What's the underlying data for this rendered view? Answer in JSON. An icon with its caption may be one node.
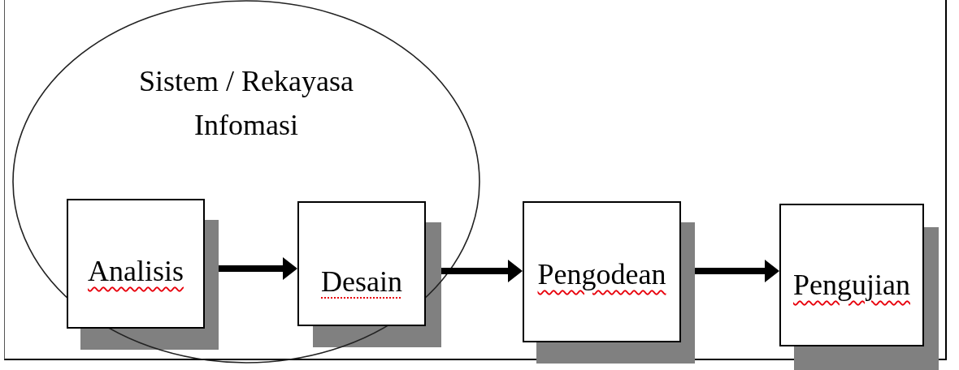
{
  "diagram": {
    "nodes": [
      {
        "text": [
          "Sistem / Rekayasa Infomasi"
        ]
      },
      {
        "text": [
          "Analisis"
        ],
        "in": 0
      },
      {
        "text": [
          "Desain"
        ],
        "in": 0
      },
      {
        "text": [
          "Pengodean"
        ]
      },
      {
        "text": [
          "Pengujian"
        ]
      }
    ],
    "edges": [
      {
        "from": 1,
        "to": 2,
        "arrow": "to"
      },
      {
        "from": 2,
        "to": 3,
        "arrow": "to"
      },
      {
        "from": 3,
        "to": 4,
        "arrow": "to"
      }
    ]
  }
}
